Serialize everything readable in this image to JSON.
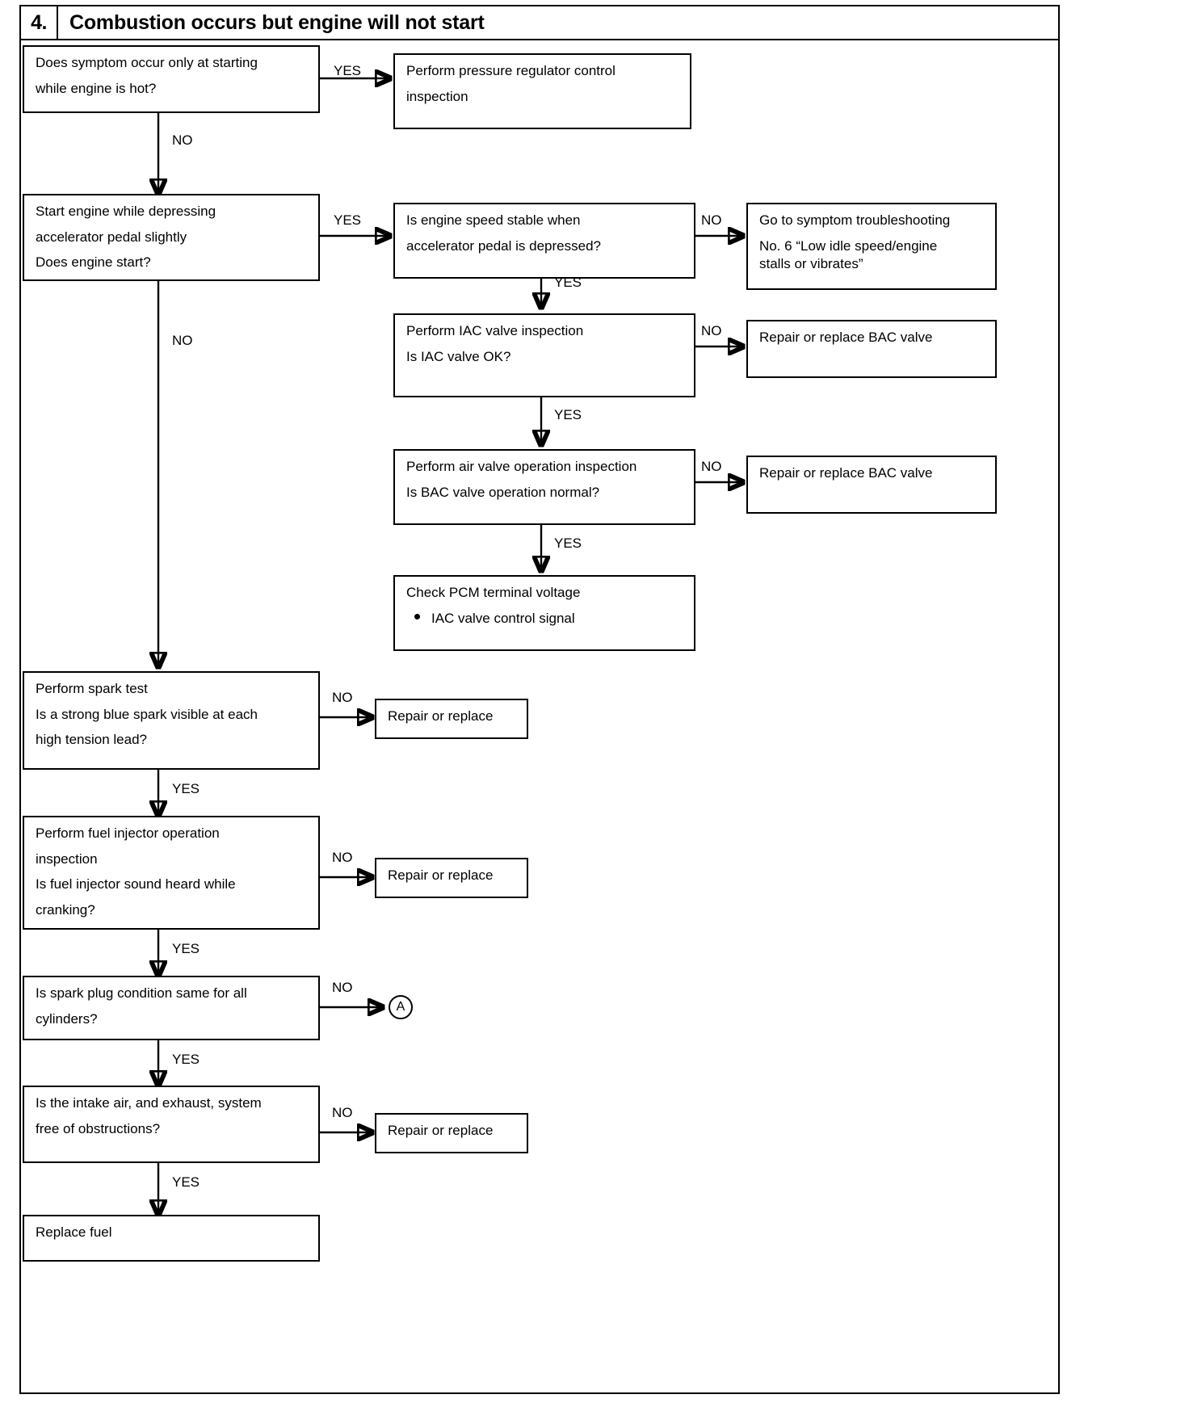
{
  "header": {
    "number": "4.",
    "title": "Combustion occurs but engine will not start"
  },
  "labels": {
    "yes": "YES",
    "no": "NO"
  },
  "connector": {
    "a": "A"
  },
  "nodes": {
    "hot_start": {
      "line1": "Does symptom occur only at starting",
      "line2": "while engine is hot?"
    },
    "pressure_regulator": {
      "line1": "Perform pressure regulator control",
      "line2": "inspection"
    },
    "start_engine": {
      "line1": "Start engine while depressing",
      "line2": "accelerator pedal slightly",
      "line3": "Does engine start?"
    },
    "engine_speed_stable": {
      "line1": "Is engine speed stable when",
      "line2": "accelerator pedal is depressed?"
    },
    "goto_symptom": {
      "line1": "Go to symptom troubleshooting",
      "line2": "No. 6 “Low idle speed/engine",
      "line3": "stalls or vibrates”"
    },
    "iac_valve": {
      "line1": "Perform IAC valve inspection",
      "line2": "Is IAC valve OK?"
    },
    "repair_bac_1": {
      "line1": "Repair or replace BAC valve"
    },
    "air_valve": {
      "line1": "Perform air valve operation inspection",
      "line2": "Is BAC valve operation normal?"
    },
    "repair_bac_2": {
      "line1": "Repair or replace BAC valve"
    },
    "check_pcm": {
      "line1": "Check PCM terminal voltage",
      "bullet1": "IAC valve control signal"
    },
    "spark_test": {
      "line1": "Perform spark test",
      "line2": "Is a strong blue spark visible at each",
      "line3": "high tension lead?"
    },
    "repair_replace_1": {
      "line1": "Repair or replace"
    },
    "fuel_injector": {
      "line1": "Perform fuel injector operation",
      "line2": "inspection",
      "line3": "Is fuel injector sound heard while",
      "line4": "cranking?"
    },
    "repair_replace_2": {
      "line1": "Repair or replace"
    },
    "spark_plug_condition": {
      "line1": "Is spark plug condition same for all",
      "line2": "cylinders?"
    },
    "intake_exhaust": {
      "line1": "Is the intake air, and exhaust, system",
      "line2": "free of obstructions?"
    },
    "repair_replace_3": {
      "line1": "Repair or replace"
    },
    "replace_fuel": {
      "line1": "Replace fuel"
    }
  }
}
